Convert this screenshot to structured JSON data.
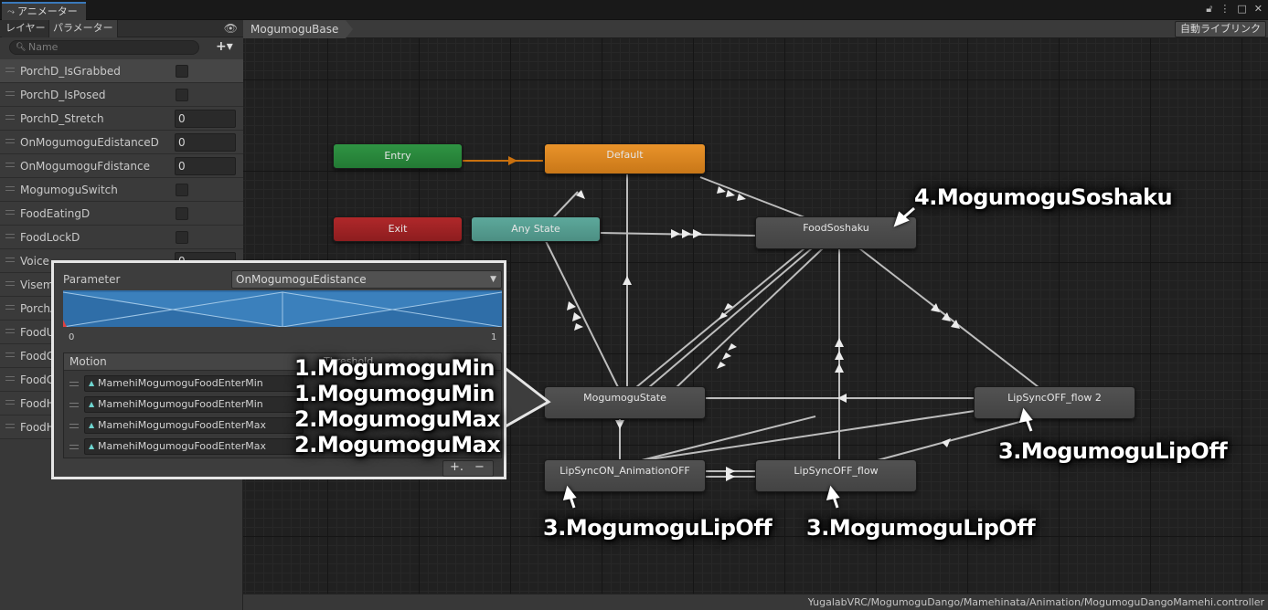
{
  "window": {
    "tab_title": "アニメーター",
    "lock_icon": "lock-icon",
    "menu_icon": "kebab-menu-icon",
    "maximize_icon": "maximize-icon",
    "close_icon": "close-icon"
  },
  "left_panel": {
    "tab_layers": "レイヤー",
    "tab_parameters": "パラメーター",
    "search_placeholder": "Name",
    "params": [
      {
        "name": "PorchD_IsGrabbed",
        "type": "bool"
      },
      {
        "name": "PorchD_IsPosed",
        "type": "bool"
      },
      {
        "name": "PorchD_Stretch",
        "type": "float",
        "value": "0"
      },
      {
        "name": "OnMogumoguEdistanceD",
        "type": "float",
        "value": "0"
      },
      {
        "name": "OnMogumoguFdistance",
        "type": "float",
        "value": "0"
      },
      {
        "name": "MogumoguSwitch",
        "type": "bool"
      },
      {
        "name": "FoodEatingD",
        "type": "bool"
      },
      {
        "name": "FoodLockD",
        "type": "bool"
      },
      {
        "name": "Voice",
        "type": "float",
        "value": "0"
      },
      {
        "name": "Visem",
        "type": "none"
      },
      {
        "name": "PorchA",
        "type": "none"
      },
      {
        "name": "FoodU",
        "type": "none"
      },
      {
        "name": "FoodG",
        "type": "none"
      },
      {
        "name": "FoodG",
        "type": "none"
      },
      {
        "name": "FoodH",
        "type": "none"
      },
      {
        "name": "FoodH",
        "type": "none"
      }
    ]
  },
  "graph": {
    "breadcrumb": "MogumoguBase",
    "auto_live_link": "自動ライブリンク",
    "states": {
      "entry": "Entry",
      "default": "Default",
      "exit": "Exit",
      "any": "Any State",
      "food_soshaku": "FoodSoshaku",
      "mogumogu_state": "MogumoguState",
      "lipsync_off_flow2": "LipSyncOFF_flow 2",
      "lipsync_on": "LipSyncON_AnimationOFF",
      "lipsync_off_flow": "LipSyncOFF_flow"
    },
    "status_path": "YugalabVRC/MogumoguDango/Mamehinata/Animation/MogumoguDangoMamehi.controller"
  },
  "inspector": {
    "parameter_label": "Parameter",
    "parameter_value": "OnMogumoguEdistance",
    "axis_min": "0",
    "axis_max": "1",
    "motion_header": "Motion",
    "threshold_header": "Threshold",
    "motions": [
      "MamehiMogumoguFoodEnterMin",
      "MamehiMogumoguFoodEnterMin",
      "MamehiMogumoguFoodEnterMax",
      "MamehiMogumoguFoodEnterMax"
    ]
  },
  "annotations": {
    "min1": "1.MogumoguMin",
    "min2": "1.MogumoguMin",
    "max1": "2.MogumoguMax",
    "max2": "2.MogumoguMax",
    "soshaku": "4.MogumoguSoshaku",
    "lipoff_right": "3.MogumoguLipOff",
    "lipoff_left": "3.MogumoguLipOff",
    "lipoff_mid": "3.MogumoguLipOff"
  },
  "colors": {
    "entry": "#2f9443",
    "exit": "#b0282a",
    "any_state": "#5da89b",
    "default": "#e9932a",
    "blend_fill": "#2f6ea8",
    "tab_accent": "#3a79bb"
  }
}
